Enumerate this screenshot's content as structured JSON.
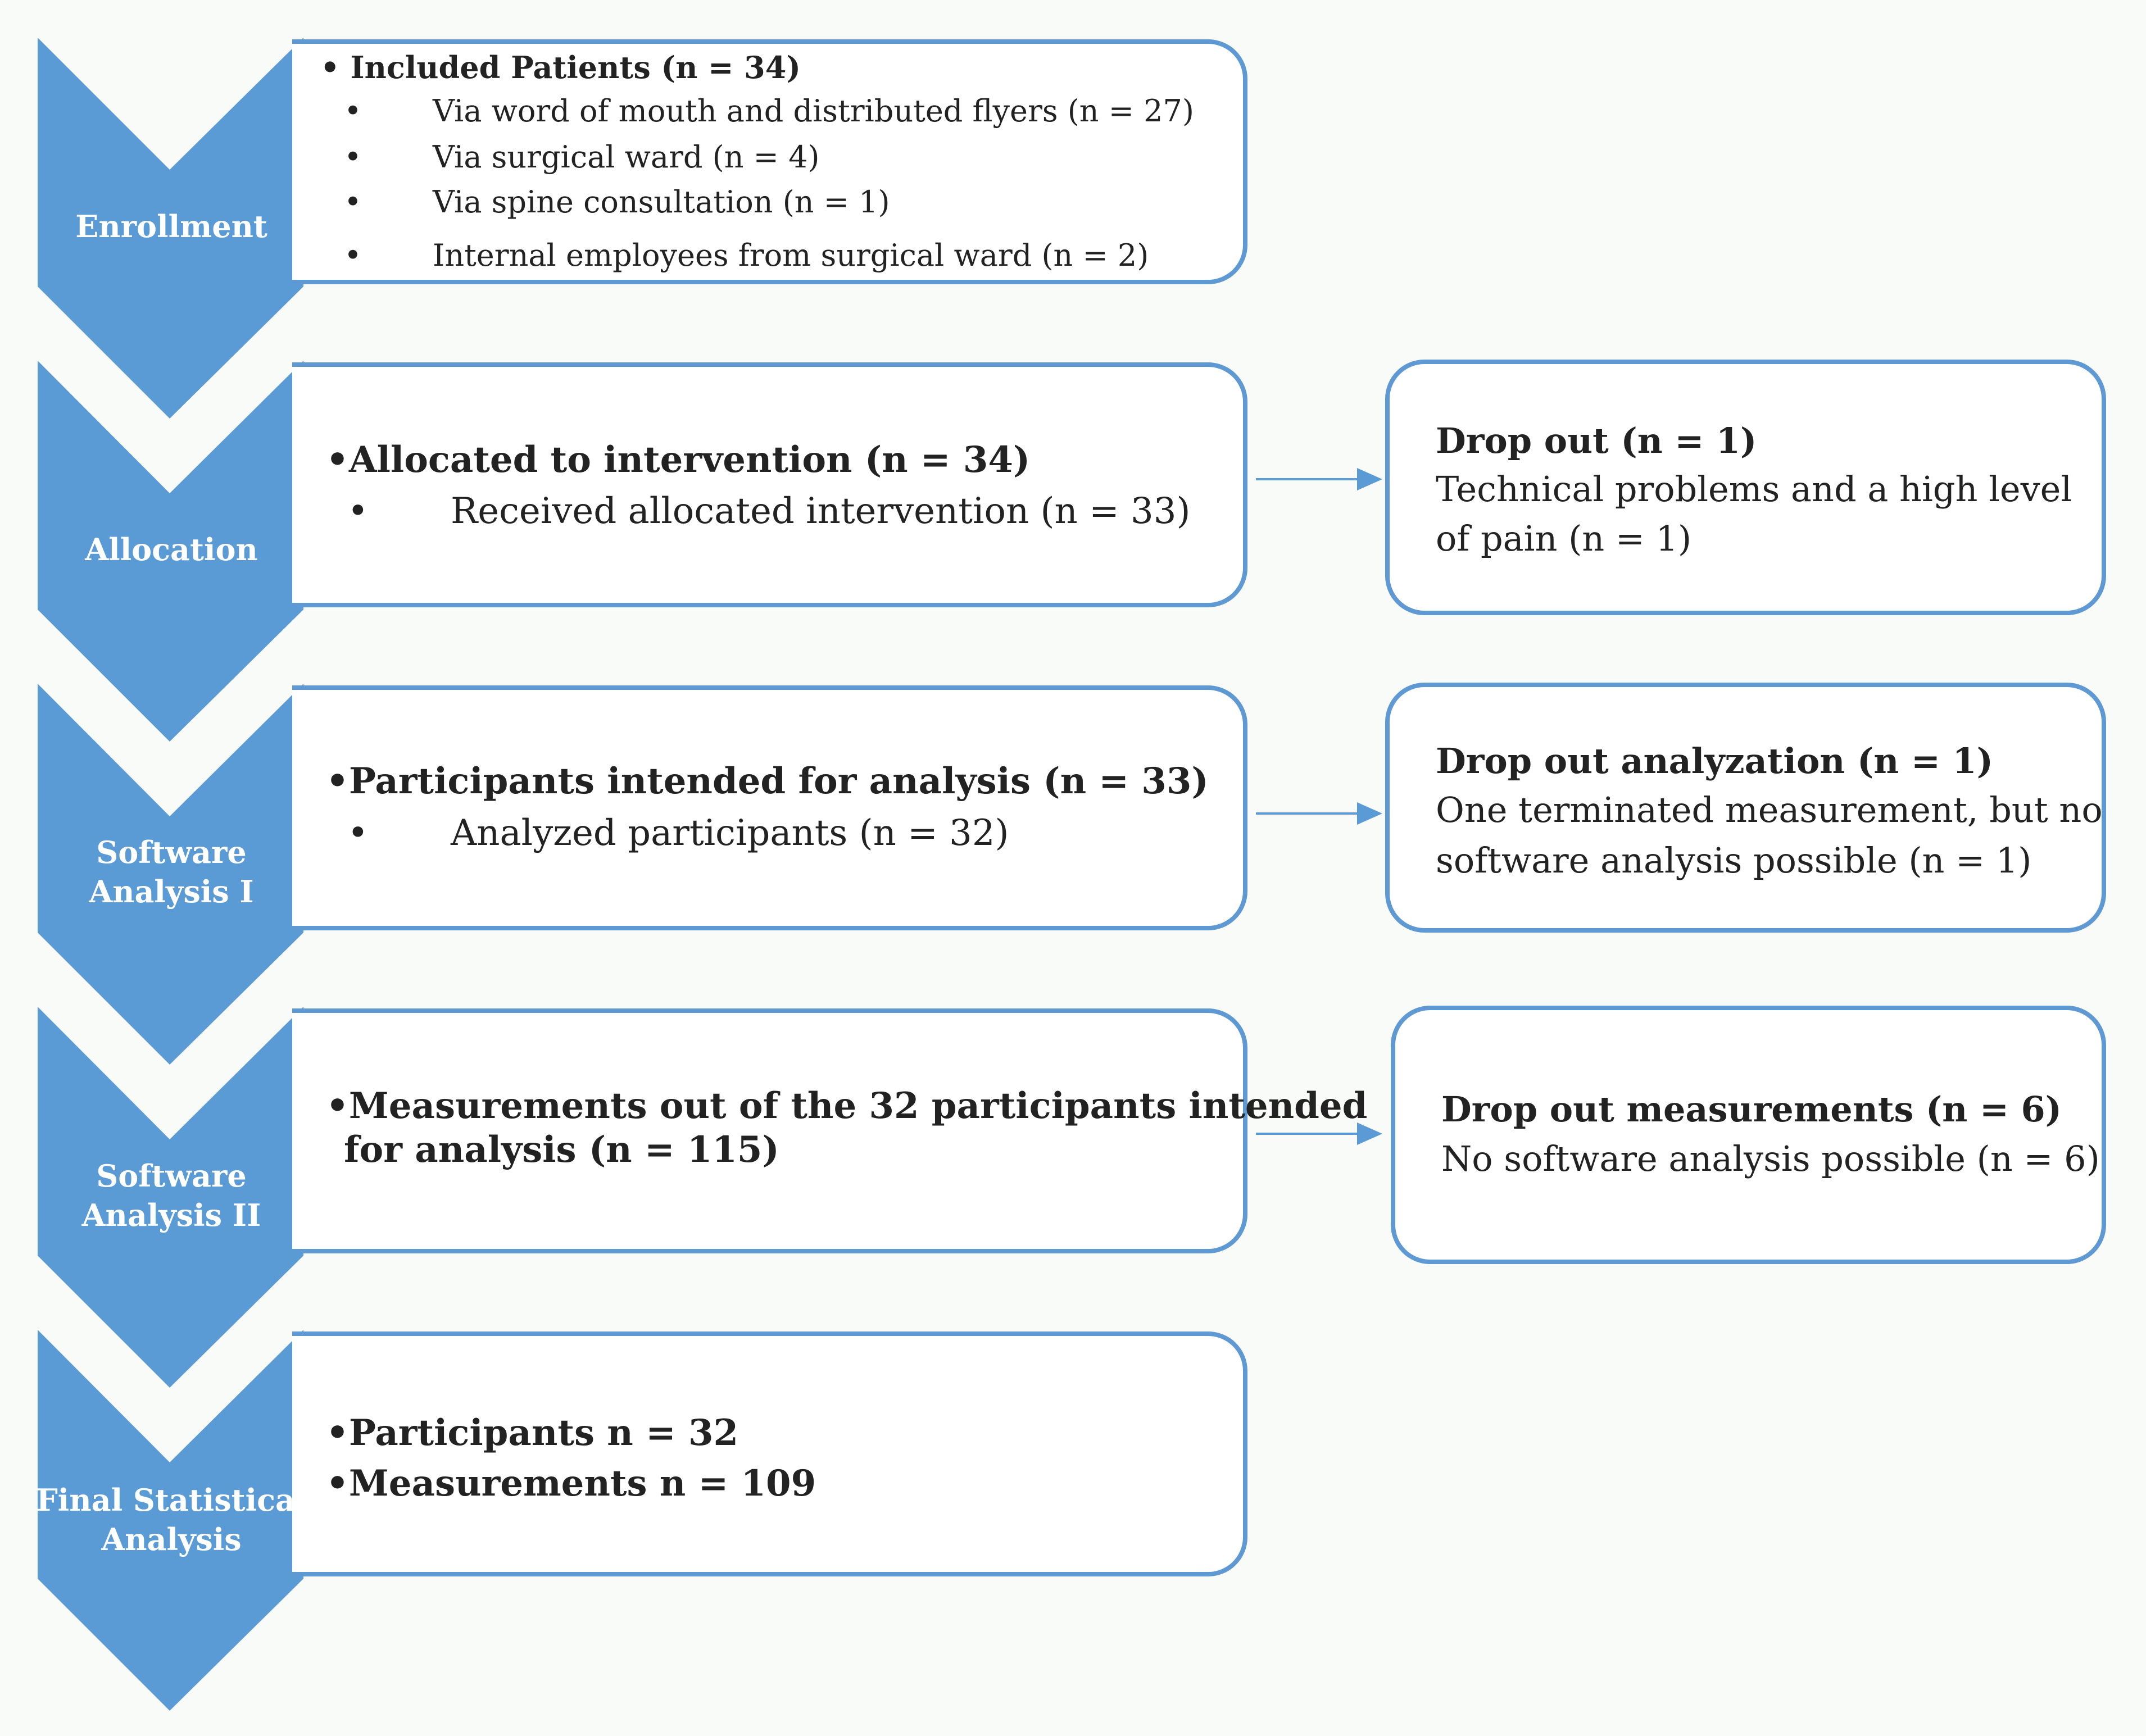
{
  "stages": [
    {
      "label": "Enrollment",
      "lines": [
        {
          "text": "• Included Patients (n = 34)",
          "bold": true
        },
        {
          "text": "Via word of mouth and distributed flyers (n = 27)"
        },
        {
          "text": "Via surgical ward (n = 4)"
        },
        {
          "text": "Via spine consultation (n = 1)"
        },
        {
          "text": "Internal employees from surgical ward (n = 2)"
        }
      ]
    },
    {
      "label": "Allocation",
      "lines": [
        {
          "text": "•Allocated to intervention (n = 34)",
          "bold": true
        },
        {
          "text": "Received allocated intervention (n = 33)"
        }
      ]
    },
    {
      "label": "Software\nAnalysis I",
      "lines": [
        {
          "text": "•Participants intended for analysis (n = 33)",
          "bold": true
        },
        {
          "text": "Analyzed participants (n = 32)"
        }
      ]
    },
    {
      "label": "Software\nAnalysis II",
      "lines": [
        {
          "text": "•Measurements out of the 32 participants intended",
          "bold": true
        },
        {
          "text": "for analysis (n = 115)",
          "bold": true
        }
      ]
    },
    {
      "label": "Final Statistical\nAnalysis",
      "lines": [
        {
          "text": "•Participants n = 32",
          "bold": true
        },
        {
          "text": "•Measurements n = 109",
          "bold": true
        }
      ]
    }
  ],
  "dropouts": [
    {
      "title": "Drop out (n = 1)",
      "lines": [
        "Technical problems and a high level",
        "of pain (n = 1)"
      ]
    },
    {
      "title": "Drop out analyzation (n = 1)",
      "lines": [
        "One terminated measurement, but no",
        "software analysis possible (n = 1)"
      ]
    },
    {
      "title": "Drop out measurements (n = 6)",
      "lines": [
        "No software analysis possible (n = 6)"
      ]
    }
  ],
  "colors": {
    "accent": "#5b9bd5",
    "border": "#5f99d3",
    "arrow": "#5b9bd5"
  }
}
